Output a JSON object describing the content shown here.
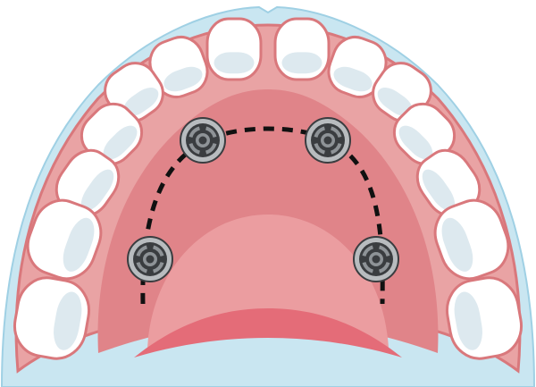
{
  "illustration": {
    "subject": "upper-dental-arch-with-four-implants",
    "colors": {
      "background_plate": "#c9e6f1",
      "plate_outline": "#9fd0e4",
      "gum": "#e9a3a4",
      "gum_outline": "#d9787c",
      "palate": "#e08489",
      "palate_light": "#eb9da0",
      "palate_front": "#e46c78",
      "tooth": "#ffffff",
      "tooth_shade": "#dde9ef",
      "implant_outer": "#b8bcbf",
      "implant_dark": "#3a3d40",
      "implant_ring": "#8e9397",
      "dash": "#111111"
    },
    "tooth_count": 14,
    "implant_count": 4
  }
}
